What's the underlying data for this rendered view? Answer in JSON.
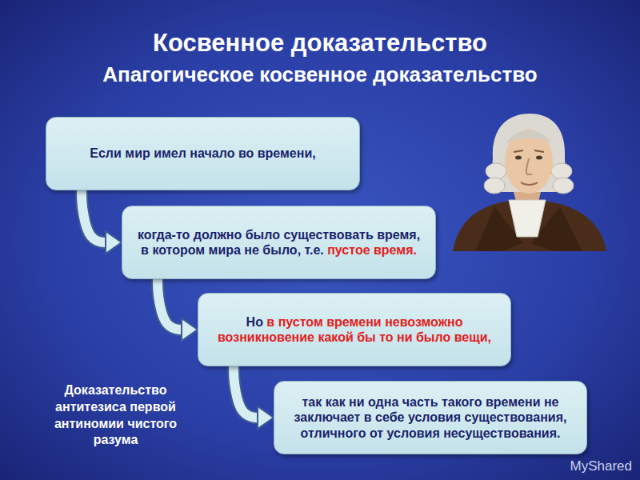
{
  "diagram": {
    "title": "Косвенное доказательство",
    "nodes": [
      {
        "text": [
          "Если мир имел начало во времени,"
        ]
      },
      {
        "text": [
          "когда-то должно было существовать время, в котором мира не было, т.е. пустое время."
        ]
      },
      {
        "text": [
          "Но в пустом времени невозможно возникновение какой бы то ни было вещи,"
        ]
      },
      {
        "text": [
          "так как ни одна часть такого времени не заключает в себе условия существования, отличного от условия несуществования."
        ]
      }
    ],
    "edges": [
      {
        "from": 0,
        "to": 1,
        "arrow": "to"
      },
      {
        "from": 1,
        "to": 2,
        "arrow": "to"
      },
      {
        "from": 2,
        "to": 3,
        "arrow": "to"
      }
    ],
    "labels": [
      "Апагогическое косвенное доказательство",
      "Доказательство антитезиса первой антиномии чистого разума",
      "MyShared"
    ]
  }
}
